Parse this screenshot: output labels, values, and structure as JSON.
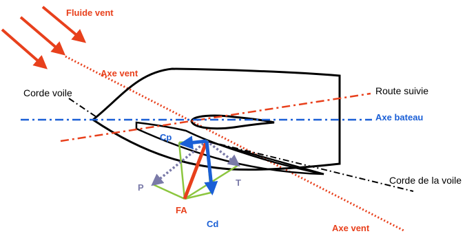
{
  "labels": {
    "fluide_vent": "Fluide vent",
    "axe_vent_top": "Axe vent",
    "axe_vent_bottom": "Axe vent",
    "corde_voile": "Corde voile",
    "route_suivie": "Route suivie",
    "axe_bateau": "Axe bateau",
    "corde_de_la_voile": "Corde de la voile",
    "cp": "Cp",
    "cd": "Cd",
    "p": "P",
    "t": "T",
    "fa": "FA"
  },
  "colors": {
    "wind": "#e8401c",
    "hull": "#000000",
    "axe_bateau": "#1a5fd6",
    "force_blue": "#1a5fd6",
    "force_red": "#e8401c",
    "force_green": "#8cc63f",
    "force_grey": "#7a7aa8",
    "label_red": "#e8401c",
    "label_blue": "#1a5fd6",
    "label_black": "#000000"
  }
}
